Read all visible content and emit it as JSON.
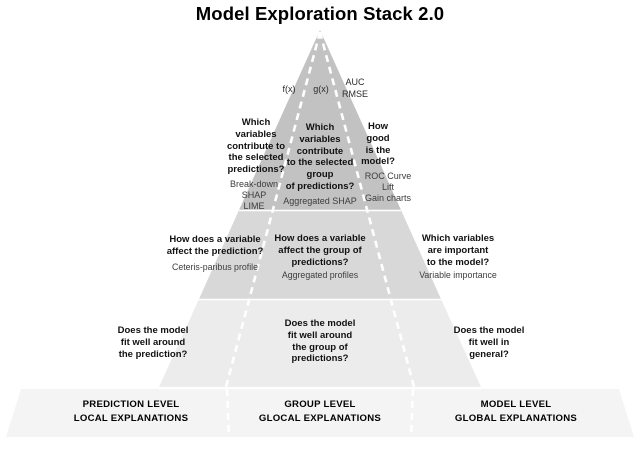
{
  "title": "Model Exploration Stack 2.0",
  "colors": {
    "tier_dark": "#c2c2c2",
    "tier_mid": "#d8d8d8",
    "tier_light": "#ececec",
    "base_band": "#f4f4f4",
    "divider": "#ffffff",
    "text": "#111111",
    "text_muted": "#3d3d3d",
    "background": "#ffffff"
  },
  "apex": {
    "left": "f(x)",
    "center": "g(x)",
    "right": "AUC\nRMSE"
  },
  "tiers": [
    {
      "id": "tier-explanation",
      "name": "explanation-level",
      "fill": "#c2c2c2",
      "columns": [
        {
          "id": "local",
          "question": "Which\nvariables\ncontribute to\nthe selected\npredictions?",
          "methods": "Break-down\nSHAP\nLIME"
        },
        {
          "id": "glocal",
          "question": "Which\nvariables\ncontribute\nto the selected\ngroup\nof predictions?",
          "methods": "Aggregated SHAP"
        },
        {
          "id": "global",
          "question": "How\ngood\nis the\nmodel?",
          "methods": "ROC Curve\nLift\nGain charts"
        }
      ]
    },
    {
      "id": "tier-profile",
      "name": "variable-effect-level",
      "fill": "#d8d8d8",
      "columns": [
        {
          "id": "local",
          "question": "How does a variable\naffect the prediction?",
          "methods": "Ceteris-paribus profile"
        },
        {
          "id": "glocal",
          "question": "How does a variable\naffect the group of\npredictions?",
          "methods": "Aggregated profiles"
        },
        {
          "id": "global",
          "question": "Which variables\nare important\nto the model?",
          "methods": "Variable importance"
        }
      ]
    },
    {
      "id": "tier-fit",
      "name": "model-fit-level",
      "fill": "#ececec",
      "columns": [
        {
          "id": "local",
          "question": "Does the model\nfit well around\nthe prediction?",
          "methods": ""
        },
        {
          "id": "glocal",
          "question": "Does the model\nfit well around\nthe group of\npredictions?",
          "methods": ""
        },
        {
          "id": "global",
          "question": "Does the model\nfit well in\ngeneral?",
          "methods": ""
        }
      ]
    }
  ],
  "base": {
    "fill": "#f4f4f4",
    "columns": [
      {
        "id": "local",
        "level": "PREDICTION LEVEL",
        "scope": "LOCAL EXPLANATIONS"
      },
      {
        "id": "glocal",
        "level": "GROUP LEVEL",
        "scope": "GLOCAL EXPLANATIONS"
      },
      {
        "id": "global",
        "level": "MODEL LEVEL",
        "scope": "GLOBAL EXPLANATIONS"
      }
    ]
  }
}
